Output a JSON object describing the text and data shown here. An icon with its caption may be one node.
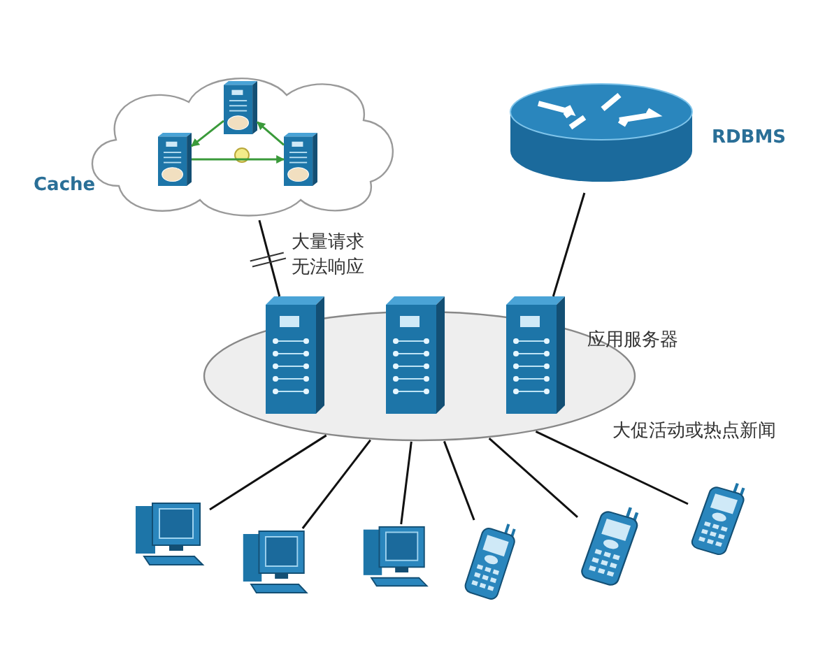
{
  "diagram": {
    "nodes": [
      {
        "text": [
          "Cache"
        ]
      },
      {
        "text": [],
        "shape": "server",
        "in": 0
      },
      {
        "text": [],
        "shape": "server",
        "in": 0
      },
      {
        "text": [],
        "shape": "server",
        "in": 0
      },
      {
        "text": [
          "RDBMS"
        ]
      },
      {
        "text": [],
        "shape": "ellipse"
      },
      {
        "text": [],
        "shape": "server"
      },
      {
        "text": [],
        "shape": "server"
      },
      {
        "text": [],
        "shape": "server"
      },
      {
        "text": [],
        "shape": "computer"
      },
      {
        "text": [],
        "shape": "computer"
      },
      {
        "text": [],
        "shape": "computer"
      },
      {
        "text": [],
        "shape": "handheld"
      },
      {
        "text": [],
        "shape": "handheld"
      },
      {
        "text": [],
        "shape": "handheld"
      }
    ],
    "edges": [
      {
        "from": 1,
        "to": 2,
        "arrow": "to",
        "color": "#3a9a3a"
      },
      {
        "from": 2,
        "to": 3,
        "arrow": "to",
        "color": "#3a9a3a"
      },
      {
        "from": 3,
        "to": 1,
        "arrow": "to",
        "color": "#3a9a3a"
      },
      {
        "from": 0,
        "to": 6,
        "arrow": "none",
        "label": "大量请求无法响应"
      },
      {
        "from": 4,
        "to": 8,
        "arrow": "none"
      },
      {
        "from": 5,
        "to": 9,
        "arrow": "none"
      },
      {
        "from": 5,
        "to": 10,
        "arrow": "none"
      },
      {
        "from": 5,
        "to": 11,
        "arrow": "none"
      },
      {
        "from": 5,
        "to": 12,
        "arrow": "none"
      },
      {
        "from": 5,
        "to": 13,
        "arrow": "none"
      },
      {
        "from": 5,
        "to": 14,
        "arrow": "none"
      }
    ],
    "labels": [
      "应用服务器",
      "大促活动或热点新闻"
    ]
  }
}
